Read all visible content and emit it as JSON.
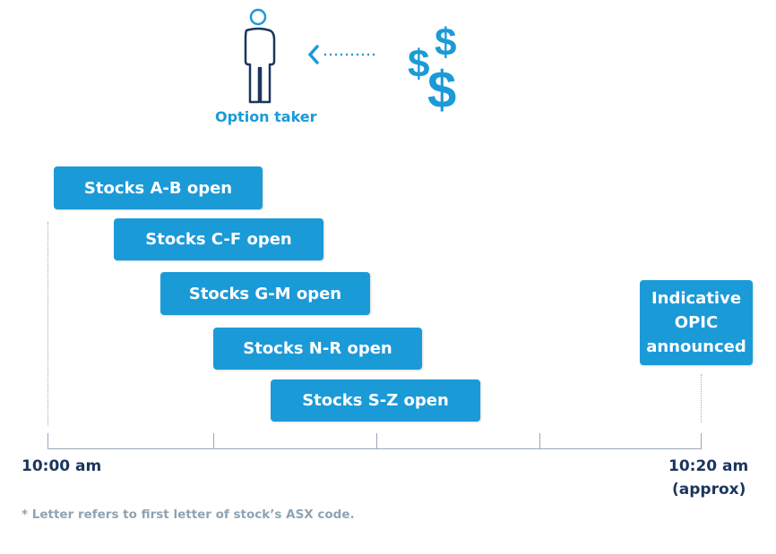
{
  "header": {
    "person_label": "Option taker",
    "icons": [
      "person-icon",
      "arrow-left-dotted-icon",
      "dollar-signs-icon"
    ]
  },
  "phases": [
    {
      "label": "Stocks A-B open"
    },
    {
      "label": "Stocks C-F open"
    },
    {
      "label": "Stocks G-M open"
    },
    {
      "label": "Stocks N-R open"
    },
    {
      "label": "Stocks S-Z open"
    }
  ],
  "indicative": {
    "line1": "Indicative",
    "line2": "OPIC",
    "line3": "announced"
  },
  "axis": {
    "start": "10:00 am",
    "end": "10:20 am",
    "end_note": "(approx)"
  },
  "footnote": "* Letter refers to first letter of stock’s ASX code.",
  "colors": {
    "accent": "#1b9ad8",
    "navy": "#1b365d",
    "axis": "#9aa8b8",
    "footnote": "#8fa3b3"
  }
}
